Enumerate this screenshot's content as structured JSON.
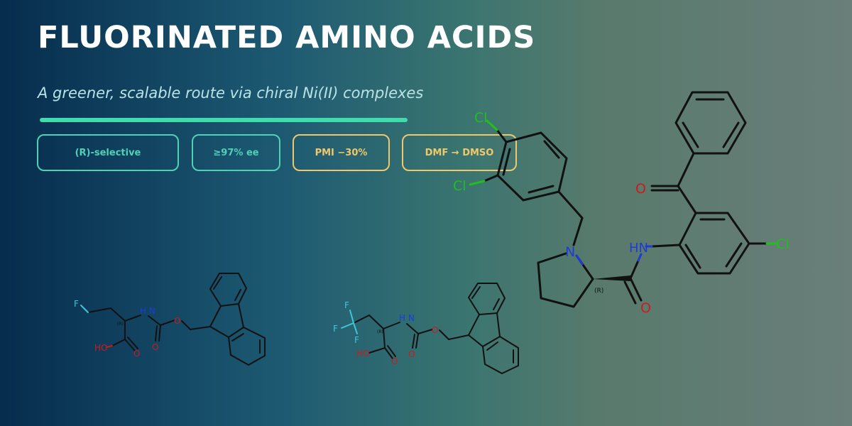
{
  "header": {
    "title": "FLUORINATED AMINO ACIDS",
    "subtitle": "A greener, scalable route via chiral Ni(II) complexes"
  },
  "badges": [
    {
      "label": "(R)-selective",
      "tone": "teal"
    },
    {
      "label": "≥97% ee",
      "tone": "teal"
    },
    {
      "label": "PMI −30%",
      "tone": "gold"
    },
    {
      "label": "DMF → DMSO",
      "tone": "gold"
    }
  ],
  "colors": {
    "accent": "#3fdcae",
    "teal_badge": "#4fd1b6",
    "gold_badge": "#f0c86a",
    "chlorine": "#1fbf1f",
    "oxygen": "#cc1b1b",
    "nitrogen": "#1f3bd6",
    "fluorine": "#3ec7d6",
    "bond": "#111111"
  },
  "molecules": {
    "ligand": {
      "atoms": {
        "cl_top": "Cl",
        "cl_mid": "Cl",
        "cl_right": "Cl",
        "n_ring": "N",
        "nh": "HN",
        "o_ketone": "O",
        "o_amide": "O",
        "stereo": "(R)"
      }
    },
    "aa1": {
      "atoms": {
        "f": "F",
        "nh": "H N",
        "ho": "HO",
        "o1": "O",
        "o2": "O",
        "o3": "O",
        "stereo": "(R)"
      }
    },
    "aa2": {
      "atoms": {
        "f1": "F",
        "f2": "F",
        "f3": "F",
        "nh": "H N",
        "ho": "HO",
        "o1": "O",
        "o2": "O",
        "o3": "O",
        "stereo": "(R)"
      }
    }
  }
}
